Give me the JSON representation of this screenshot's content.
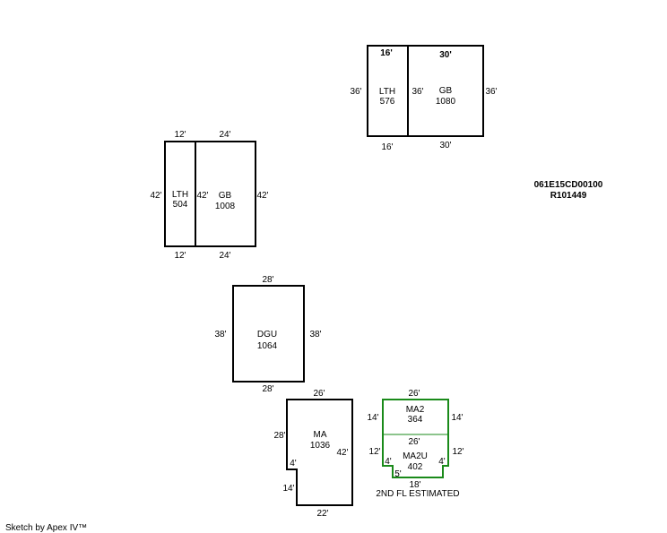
{
  "parcel": {
    "id": "061E15CD00100",
    "ref": "R101449"
  },
  "colors": {
    "outline": "#000000",
    "estimated_outline": "#1a8a1a"
  },
  "footer": {
    "credit": "Sketch by Apex IV™"
  },
  "areas": {
    "lth_top": {
      "code": "LTH",
      "sqft": "576",
      "dim_top": "16'",
      "dim_bottom": "16'",
      "dim_left": "36'"
    },
    "gb_top": {
      "code": "GB",
      "sqft": "1080",
      "dim_top": "30'",
      "dim_bottom": "30'",
      "dim_left": "36'",
      "dim_right": "36'"
    },
    "lth_left": {
      "code": "LTH",
      "sqft": "504",
      "dim_top": "12'",
      "dim_bottom": "12'",
      "dim_left": "42'"
    },
    "gb_left": {
      "code": "GB",
      "sqft": "1008",
      "dim_top": "24'",
      "dim_bottom": "24'",
      "dim_left": "42'",
      "dim_right": "42'"
    },
    "dgu": {
      "code": "DGU",
      "sqft": "1064",
      "dim_top": "28'",
      "dim_bottom": "28'",
      "dim_left": "38'",
      "dim_right": "38'"
    },
    "ma": {
      "code": "MA",
      "sqft": "1036",
      "dim_top": "26'",
      "dim_left": "28'",
      "dim_right": "42'",
      "dim_notch": "4'",
      "dim_lower_left": "14'",
      "dim_bottom": "22'"
    },
    "ma2": {
      "code": "MA2",
      "sqft": "364",
      "dim_top": "26'",
      "dim_left": "14'",
      "dim_right": "14'"
    },
    "ma2u": {
      "code": "MA2U",
      "sqft": "402",
      "dim_top": "26'",
      "dim_left": "12'",
      "dim_right": "12'",
      "dim_step_left": "4'",
      "dim_step_right": "4'",
      "dim_inner": "5'",
      "dim_bottom": "18'",
      "note": "2ND FL ESTIMATED"
    }
  }
}
